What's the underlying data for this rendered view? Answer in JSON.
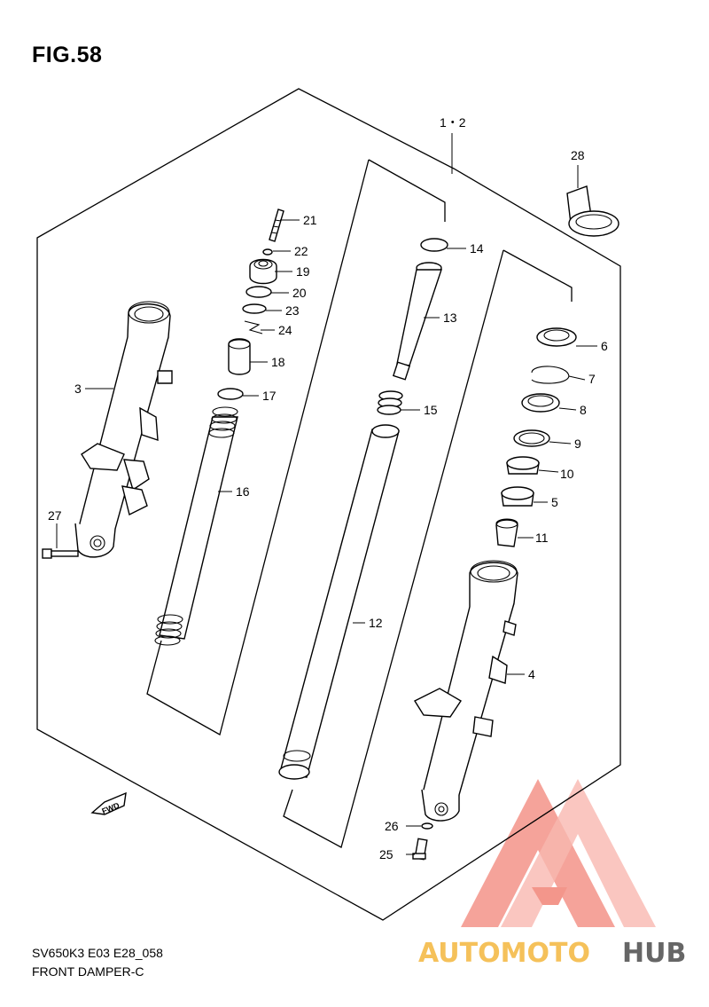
{
  "figure": {
    "title": "FIG.58",
    "code": "SV650K3 E03 E28_058",
    "name": "FRONT DAMPER-C"
  },
  "callouts": [
    {
      "id": "c-1-2",
      "label": "1・2"
    },
    {
      "id": "c-3",
      "label": "3"
    },
    {
      "id": "c-4",
      "label": "4"
    },
    {
      "id": "c-5",
      "label": "5"
    },
    {
      "id": "c-6",
      "label": "6"
    },
    {
      "id": "c-7",
      "label": "7"
    },
    {
      "id": "c-8",
      "label": "8"
    },
    {
      "id": "c-9",
      "label": "9"
    },
    {
      "id": "c-10",
      "label": "10"
    },
    {
      "id": "c-11",
      "label": "11"
    },
    {
      "id": "c-12",
      "label": "12"
    },
    {
      "id": "c-13",
      "label": "13"
    },
    {
      "id": "c-14",
      "label": "14"
    },
    {
      "id": "c-15",
      "label": "15"
    },
    {
      "id": "c-16",
      "label": "16"
    },
    {
      "id": "c-17",
      "label": "17"
    },
    {
      "id": "c-18",
      "label": "18"
    },
    {
      "id": "c-19",
      "label": "19"
    },
    {
      "id": "c-20",
      "label": "20"
    },
    {
      "id": "c-21",
      "label": "21"
    },
    {
      "id": "c-22",
      "label": "22"
    },
    {
      "id": "c-23",
      "label": "23"
    },
    {
      "id": "c-24",
      "label": "24"
    },
    {
      "id": "c-25",
      "label": "25"
    },
    {
      "id": "c-26",
      "label": "26"
    },
    {
      "id": "c-27",
      "label": "27"
    },
    {
      "id": "c-28",
      "label": "28"
    }
  ],
  "fwd_marker": "FWD",
  "watermark": {
    "text_part1": "AUTOMOTO",
    "text_part2": "HUB",
    "color_primary": "#f28b7f",
    "color_secondary": "#f5c15a",
    "color_dark": "#666666"
  }
}
